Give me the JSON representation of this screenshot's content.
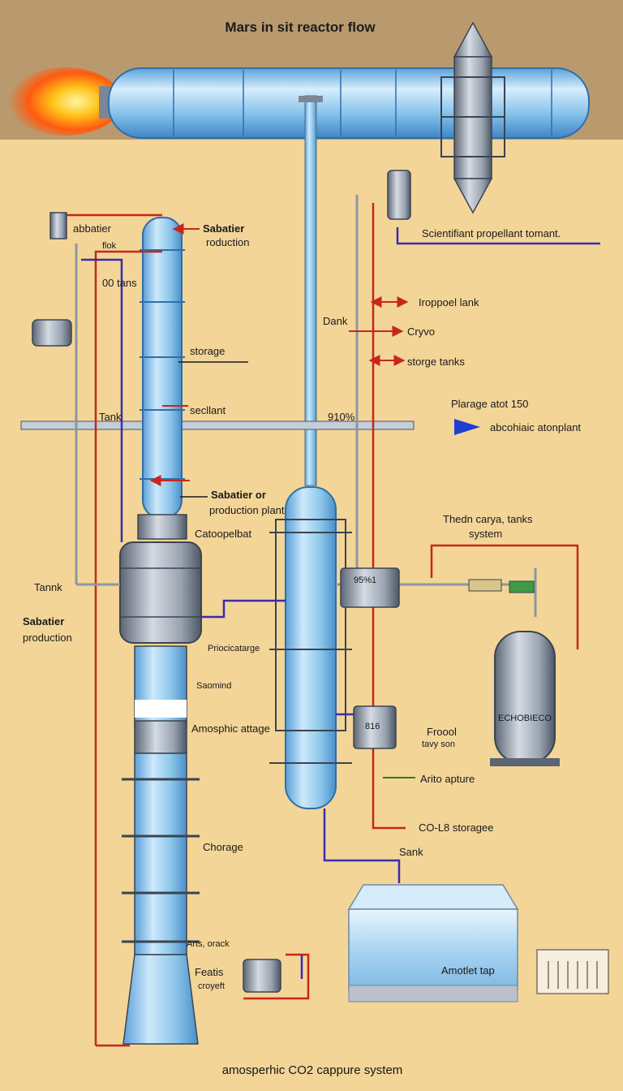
{
  "title": "Mars in sit reactor flow",
  "footer": "amosperhic CO2 cappure system",
  "labels": {
    "abbatier": "abbatier",
    "flok": "flok",
    "sabatier_production_top": "Sabatier",
    "sabatier_production_top_sub": "roduction",
    "zero_tans": "00 tans",
    "storage": "storage",
    "secllant": "secllant",
    "tank_left": "Tank",
    "pct_910": "910%",
    "sabatier_or": "Sabatier or",
    "production_plant": "production plant",
    "catoopelbat": "Catoopelbat",
    "tannk": "Tannk",
    "sabatier_production_left": "Sabatier",
    "production_left": "production",
    "priocicatarge": "Priocicatarge",
    "saomind": "Saomind",
    "amosphic_attage": "Amosphic attage",
    "chorage": "Chorage",
    "arts_orack": "Arts, orack",
    "featis": "Featis",
    "croyeft": "croyeft",
    "scientifiant": "Scientifiant propellant tomant.",
    "iroppoel_lank": "Iroppoel lank",
    "dank": "Dank",
    "cryvo": "Cryvo",
    "storge_tanks": "storge tanks",
    "plarage": "Plarage atot 150",
    "abcohiaic": "abcohiaic atonplant",
    "thedn_carya": "Thedn carya, tanks",
    "system": "system",
    "valve_pct": "95%1",
    "tank_badge": "ECHOBIECO",
    "froool": "Froool",
    "tavy_son": "tavy son",
    "small_unit": "816",
    "arito_apture": "Arito apture",
    "co2_storage": "CO-L8 storagee",
    "sank": "Sank",
    "amotlet_tap": "Amotlet tap"
  },
  "colors": {
    "background": "#f3d598",
    "sky_band": "#b99a6e",
    "glass_blue": "#8cc6ea",
    "steel": "#9aa3b0",
    "pipe_red": "#c8261d",
    "pipe_purple": "#3b2bb0",
    "arrow_blue": "#1f3fd0"
  }
}
